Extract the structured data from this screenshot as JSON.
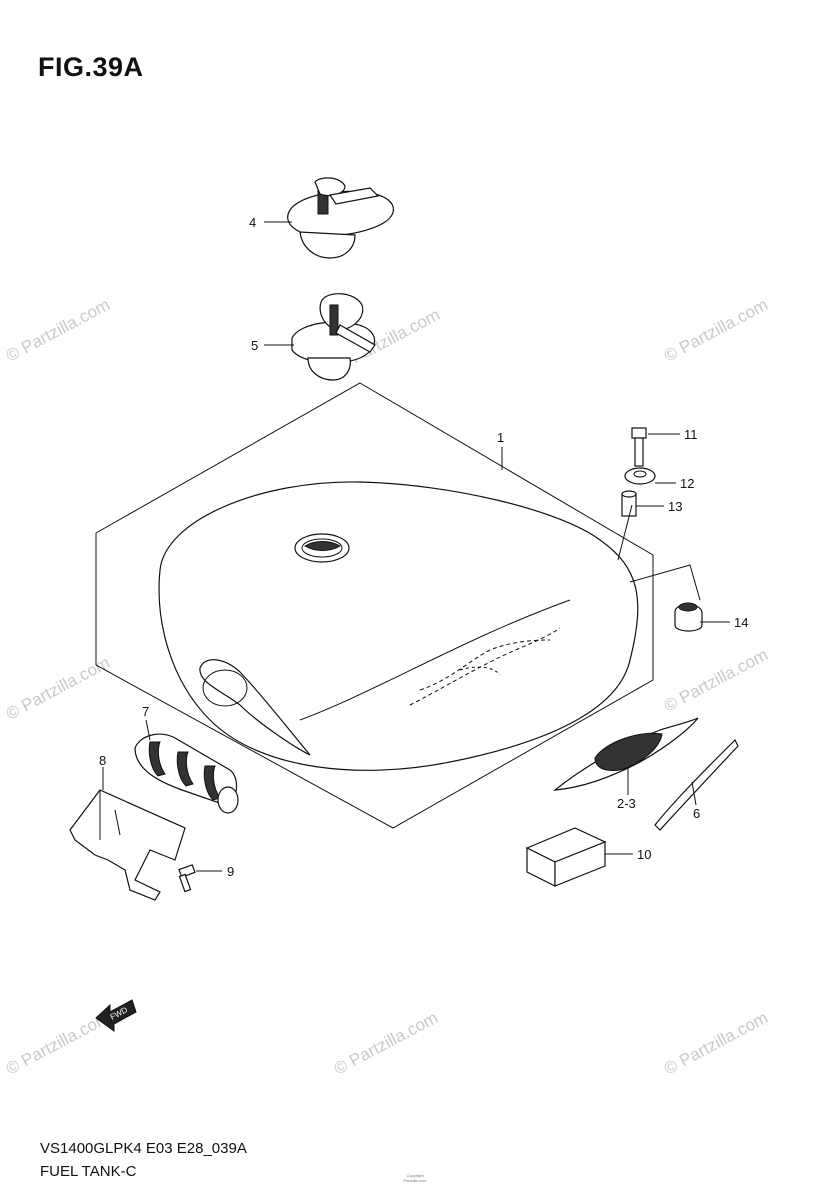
{
  "figure": {
    "title": "FIG.39A",
    "model_code": "VS1400GLPK4 E03 E28_039A",
    "name": "FUEL TANK-C",
    "copyright_line1": "Copyright",
    "copyright_line2": "Partzilla.com"
  },
  "watermark": "© Partzilla.com",
  "fwd_arrow_label": "FWD",
  "callouts": [
    {
      "label": "1"
    },
    {
      "label": "2-3"
    },
    {
      "label": "4"
    },
    {
      "label": "5"
    },
    {
      "label": "6"
    },
    {
      "label": "7"
    },
    {
      "label": "8"
    },
    {
      "label": "9"
    },
    {
      "label": "10"
    },
    {
      "label": "11"
    },
    {
      "label": "12"
    },
    {
      "label": "13"
    },
    {
      "label": "14"
    }
  ]
}
